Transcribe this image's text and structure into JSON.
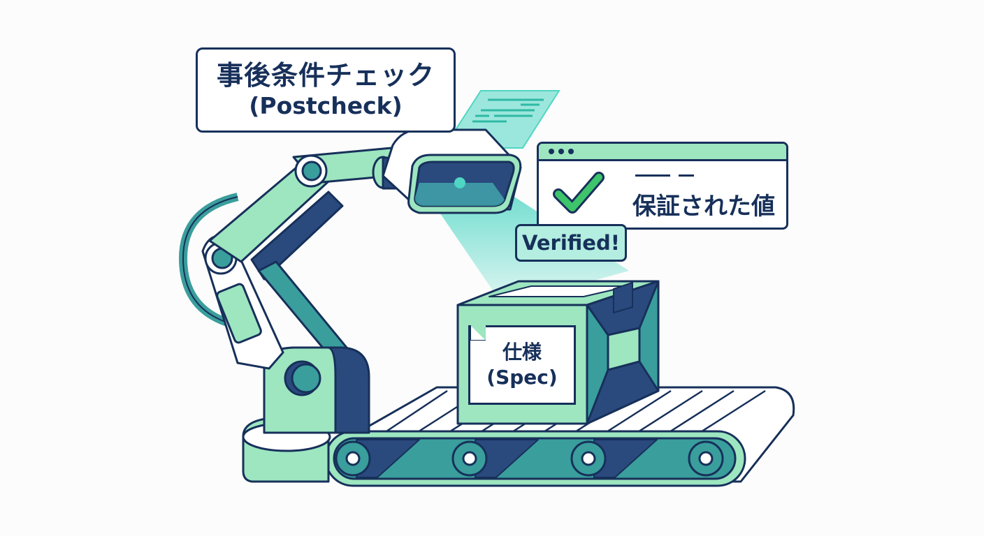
{
  "postcheck_label": {
    "line1": "事後条件チェック",
    "line2": "(Postcheck)"
  },
  "result_window": {
    "window_dots": 3,
    "value_text": "保証された値",
    "check_icon": "checkmark-icon"
  },
  "verified_badge": {
    "text": "Verified!"
  },
  "box_label": {
    "line1": "仕様",
    "line2": "(Spec)"
  },
  "icons": [
    "robot-arm-icon",
    "scanner-camera-icon",
    "scan-beam",
    "document-sheet-icon",
    "package-box-icon",
    "conveyor-belt-icon",
    "checkmark-icon"
  ],
  "colors": {
    "outline": "#17305a",
    "mint": "#9de6c0",
    "teal": "#3a9e9c",
    "navy": "#2a4a7e",
    "beam": "#4fd6c4",
    "check_green": "#3ec46b",
    "background": "#fbfcfb"
  }
}
